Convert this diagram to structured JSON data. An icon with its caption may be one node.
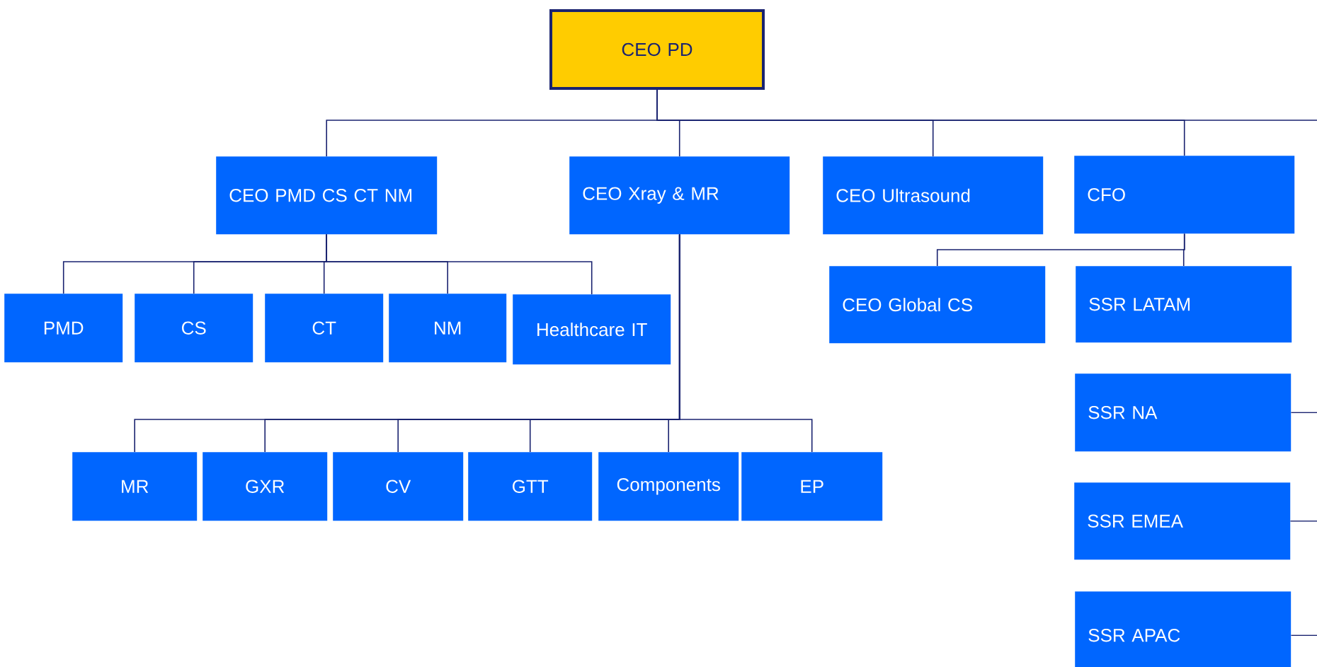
{
  "diagram": {
    "nodes": [
      {
        "text": [
          "CEO PD"
        ]
      },
      {
        "text": [
          "CEO PMD CS CT NM"
        ]
      },
      {
        "text": [
          "CEO Xray & MR"
        ]
      },
      {
        "text": [
          "CEO Ultrasound"
        ]
      },
      {
        "text": [
          "CFO"
        ]
      },
      {
        "text": [
          "PMD"
        ]
      },
      {
        "text": [
          "CS"
        ]
      },
      {
        "text": [
          "CT"
        ]
      },
      {
        "text": [
          "NM"
        ]
      },
      {
        "text": [
          "Healthcare IT"
        ]
      },
      {
        "text": [
          "CEO Global CS"
        ]
      },
      {
        "text": [
          "SSR LATAM"
        ]
      },
      {
        "text": [
          "SSR NA"
        ]
      },
      {
        "text": [
          "SSR EMEA"
        ]
      },
      {
        "text": [
          "SSR APAC"
        ]
      },
      {
        "text": [
          "MR"
        ]
      },
      {
        "text": [
          "GXR"
        ]
      },
      {
        "text": [
          "CV"
        ]
      },
      {
        "text": [
          "GTT"
        ]
      },
      {
        "text": [
          "Components"
        ]
      },
      {
        "text": [
          "EP"
        ]
      }
    ],
    "edges": [
      {
        "from": 0,
        "to": 1,
        "arrow": "none"
      },
      {
        "from": 0,
        "to": 2,
        "arrow": "none"
      },
      {
        "from": 0,
        "to": 3,
        "arrow": "none"
      },
      {
        "from": 0,
        "to": 4,
        "arrow": "none"
      },
      {
        "from": 0,
        "to": null,
        "arrow": "none"
      },
      {
        "from": 1,
        "to": 5,
        "arrow": "none"
      },
      {
        "from": 1,
        "to": 6,
        "arrow": "none"
      },
      {
        "from": 1,
        "to": 7,
        "arrow": "none"
      },
      {
        "from": 1,
        "to": 8,
        "arrow": "none"
      },
      {
        "from": 1,
        "to": 9,
        "arrow": "none"
      },
      {
        "from": 4,
        "to": 10,
        "arrow": "none"
      },
      {
        "from": 4,
        "to": 11,
        "arrow": "none"
      },
      {
        "from": 12,
        "to": null,
        "arrow": "none"
      },
      {
        "from": 13,
        "to": null,
        "arrow": "none"
      },
      {
        "from": 14,
        "to": null,
        "arrow": "none"
      },
      {
        "from": 2,
        "to": 15,
        "arrow": "none"
      },
      {
        "from": 2,
        "to": 16,
        "arrow": "none"
      },
      {
        "from": 2,
        "to": 17,
        "arrow": "none"
      },
      {
        "from": 2,
        "to": 18,
        "arrow": "none"
      },
      {
        "from": 2,
        "to": 19,
        "arrow": "none"
      },
      {
        "from": 2,
        "to": 20,
        "arrow": "none"
      }
    ]
  }
}
